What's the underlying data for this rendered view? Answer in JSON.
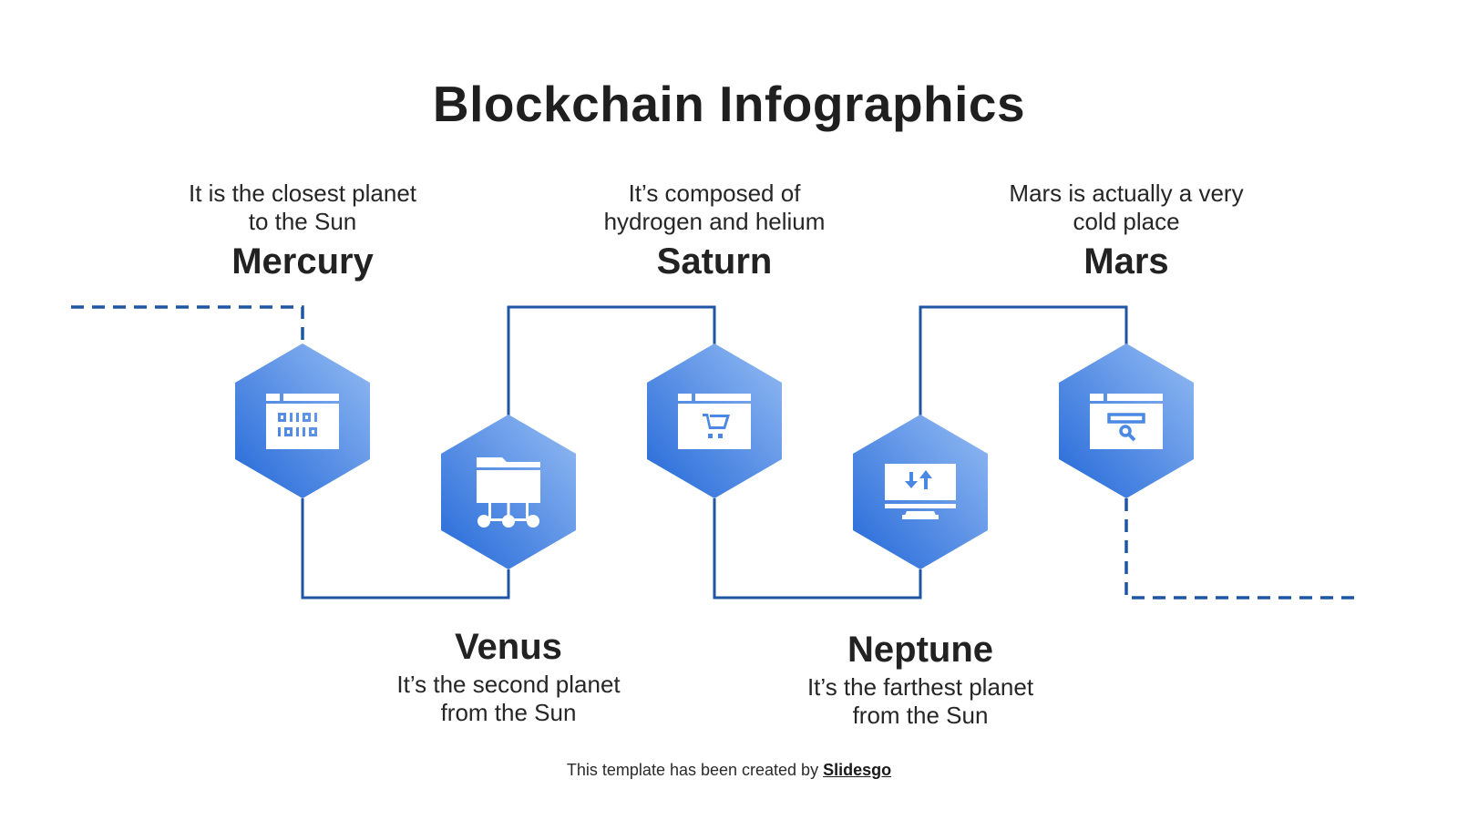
{
  "title": "Blockchain Infographics",
  "colors": {
    "line": "#1f56a3",
    "hex_light": "#8db6f2",
    "hex_dark": "#2a6fd9",
    "icon": "#ffffff",
    "text": "#1f1f1f"
  },
  "steps": [
    {
      "name": "Mercury",
      "description_line1": "It is the closest planet",
      "description_line2": "to the Sun",
      "icon": "binary-code-window-icon",
      "position": "top"
    },
    {
      "name": "Venus",
      "description_line1": "It’s the second planet",
      "description_line2": "from the Sun",
      "icon": "network-folder-icon",
      "position": "bottom"
    },
    {
      "name": "Saturn",
      "description_line1": "It’s composed of",
      "description_line2": "hydrogen and helium",
      "icon": "shopping-cart-window-icon",
      "position": "top"
    },
    {
      "name": "Neptune",
      "description_line1": "It’s the farthest planet",
      "description_line2": "from the Sun",
      "icon": "monitor-transfer-icon",
      "position": "bottom"
    },
    {
      "name": "Mars",
      "description_line1": "Mars is actually a very",
      "description_line2": "cold place",
      "icon": "search-window-icon",
      "position": "top"
    }
  ],
  "footer": {
    "text": "This template has been created by ",
    "brand": "Slidesgo"
  }
}
